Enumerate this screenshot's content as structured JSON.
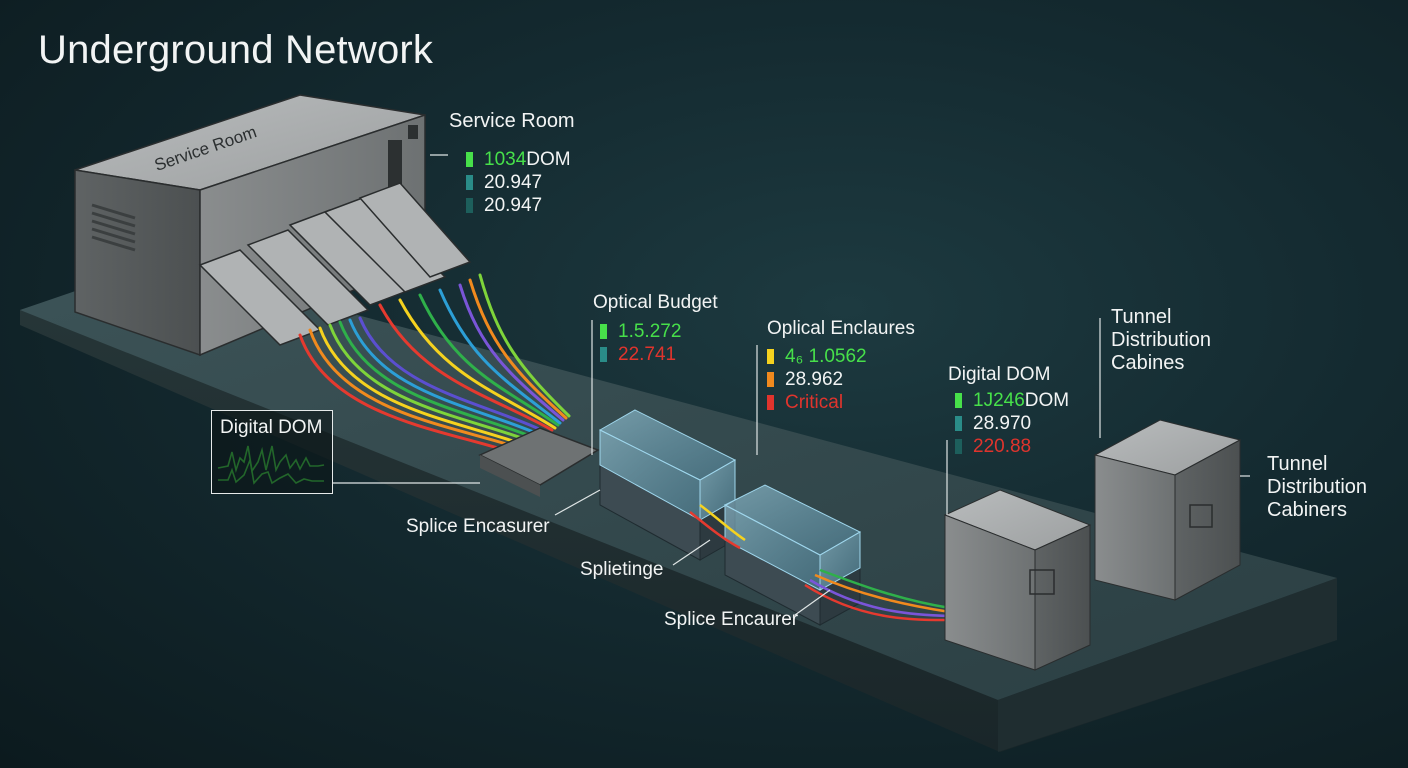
{
  "title": "Underground Network",
  "colors": {
    "green": "#47e04a",
    "yellow": "#f5d21f",
    "red": "#e0342d",
    "teal": "#2a8c88",
    "dark_teal": "#1d5f5c"
  },
  "service_room": {
    "heading": "Service Room",
    "chassis_label": "Service Room",
    "metrics": [
      {
        "value": "1034",
        "unit": " DOM",
        "color": "green"
      },
      {
        "value": "20.947",
        "unit": "",
        "color": "white"
      },
      {
        "value": "2΀0.947",
        "unit": "",
        "color": "white"
      }
    ]
  },
  "digital_dom_panel": {
    "label": "Digital DOM"
  },
  "optical_budget": {
    "heading": "Optical Budget",
    "metrics": [
      {
        "value": "1.5.272",
        "color": "green"
      },
      {
        "value": "22.741",
        "color": "red"
      }
    ]
  },
  "optical_enclosures": {
    "heading": "Oplical Enclaures",
    "metrics": [
      {
        "value": "4₆ 1.0562",
        "color": "green"
      },
      {
        "value": "28.962",
        "color": "white"
      },
      {
        "value": "Critical",
        "color": "red"
      }
    ]
  },
  "digital_dom": {
    "heading": "Digital DOM",
    "metrics": [
      {
        "value": "1J246",
        "unit": " DOM",
        "color": "green"
      },
      {
        "value": "28.970",
        "unit": "",
        "color": "white"
      },
      {
        "value": "220.88",
        "unit": "",
        "color": "red"
      }
    ]
  },
  "callouts": {
    "splice_enclosure_1": "Splice Encasurer",
    "splicing": "Splietinge",
    "splice_enclosure_2": "Splice Encaurer",
    "tunnel_cabinet_1": [
      "Tunnel",
      "Distribution",
      "Cabines"
    ],
    "tunnel_cabinet_2": [
      "Tunnel",
      "Distribution",
      "Cabiners"
    ]
  },
  "icons": [
    "warning-icon",
    "warning-icon"
  ]
}
